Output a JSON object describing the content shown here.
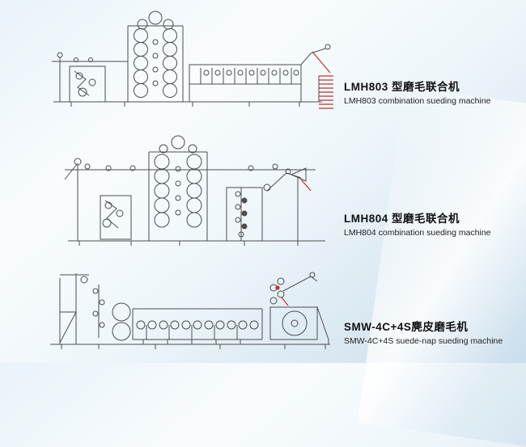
{
  "page": {
    "background_top": "#f9fcfe",
    "background_bottom": "#c9dcea"
  },
  "colors": {
    "line": "#4d4d4d",
    "accent_red": "#c03030",
    "text": "#111111"
  },
  "machines": [
    {
      "id": "lmh803",
      "title_cn": "LMH803 型磨毛联合机",
      "title_en": "LMH803 combination sueding machine"
    },
    {
      "id": "lmh804",
      "title_cn": "LMH804 型磨毛联合机",
      "title_en": "LMH804 combination sueding machine"
    },
    {
      "id": "smw-4c-4s",
      "title_cn": "SMW-4C+4S麂皮磨毛机",
      "title_en": "SMW-4C+4S suede-nap sueding machine"
    }
  ]
}
